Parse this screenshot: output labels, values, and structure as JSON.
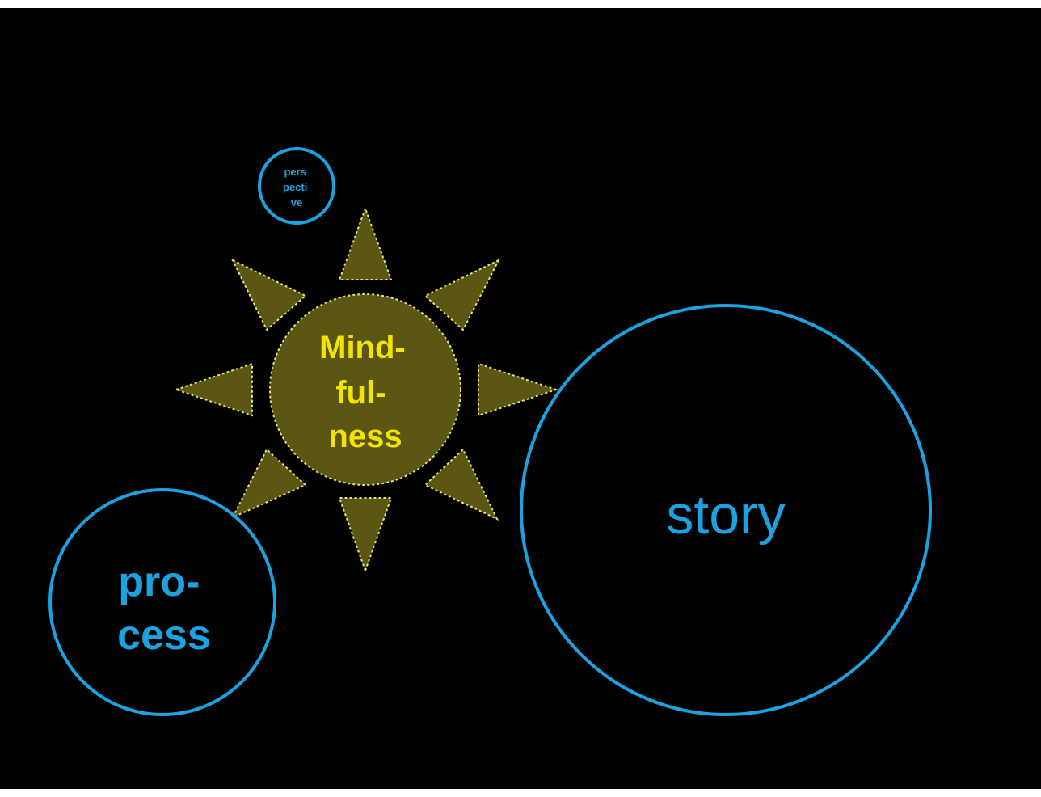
{
  "colors": {
    "background": "#000000",
    "blue": "#1aa3e0",
    "olive_fill": "#5c5614",
    "yellow": "#f0e400",
    "dotted_outline": "#e8e070"
  },
  "nodes": {
    "perspective": {
      "lines": [
        "pers",
        "pecti",
        "ve"
      ]
    },
    "mindfulness": {
      "lines": [
        "Mind-",
        "ful-",
        "ness"
      ]
    },
    "process": {
      "lines": [
        "pro-",
        "cess"
      ]
    },
    "story": {
      "label": "story"
    }
  }
}
